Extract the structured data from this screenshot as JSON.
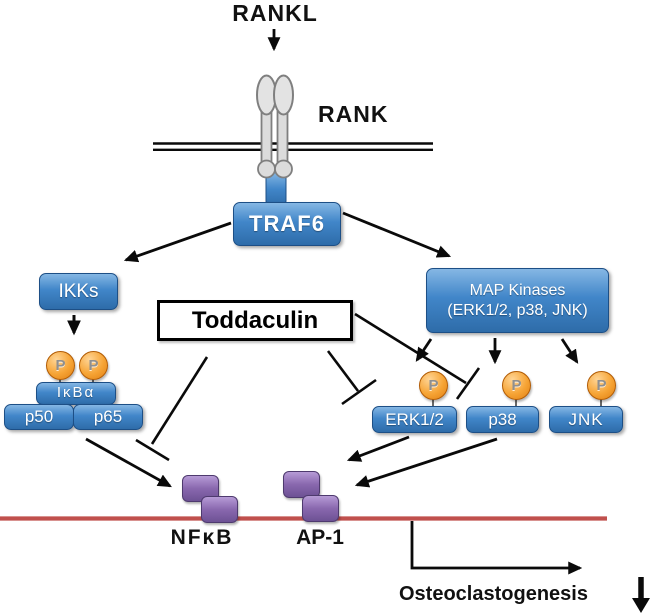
{
  "diagram": {
    "description": "RANKL/RANK osteoclastogenesis signaling pathway showing Toddaculin inhibition points",
    "labels": {
      "rankl": "RANKL",
      "rank": "RANK",
      "traf6": "TRAF6",
      "ikks": "IKKs",
      "toddaculin": "Toddaculin",
      "map_kinases_line1": "MAP Kinases",
      "map_kinases_line2": "(ERK1/2, p38, JNK)",
      "ikba": "IκBα",
      "p50": "p50",
      "p65": "p65",
      "erk12": "ERK1/2",
      "p38": "p38",
      "jnk": "JNK",
      "nfkb": "NFκB",
      "ap1": "AP-1",
      "osteoclastogenesis": "Osteoclastogenesis",
      "phospho": "P"
    },
    "colors": {
      "node_blue": "#4186c9",
      "node_blue_border": "#1d4f86",
      "phospho_orange": "#f6a435",
      "complex_purple": "#8968ae",
      "dna_line_red": "#c0504d",
      "membrane_black": "#0a0a0a",
      "receptor_gray": "#dcdcdc",
      "arrow_black": "#0a0a0a",
      "background": "#ffffff"
    },
    "relationships": {
      "activations": [
        "RANKL → RANK",
        "RANK → TRAF6",
        "TRAF6 → IKKs",
        "TRAF6 → MAP Kinases",
        "IKKs → IκBα/p50/p65",
        "p50/p65 → NFκB",
        "MAP Kinases → ERK1/2",
        "MAP Kinases → p38",
        "MAP Kinases → JNK",
        "ERK1/2 → AP-1",
        "p38 → AP-1",
        "NFκB/AP-1 → Osteoclastogenesis (decreased)"
      ],
      "inhibitions": [
        "Toddaculin ⊣ NFκB",
        "Toddaculin ⊣ ERK1/2",
        "Toddaculin ⊣ p38"
      ]
    }
  }
}
